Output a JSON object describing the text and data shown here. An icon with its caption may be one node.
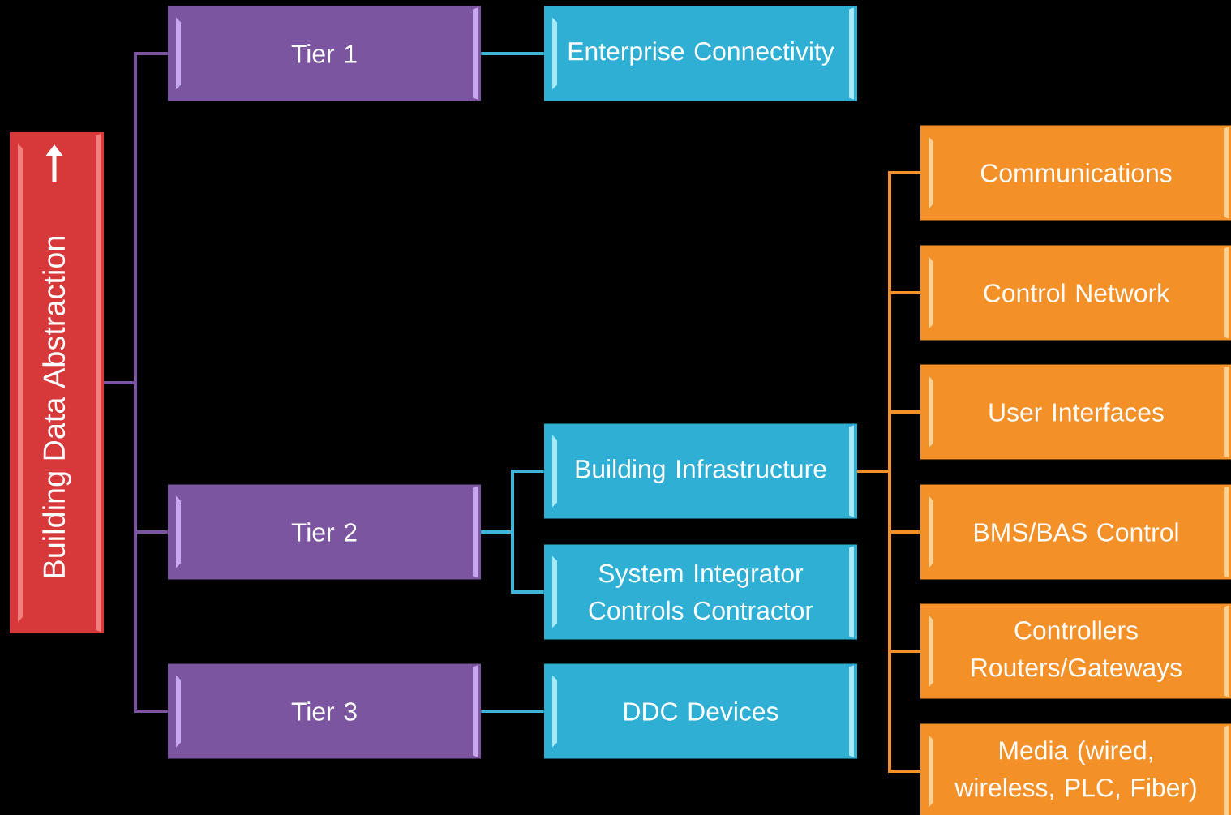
{
  "diagram": {
    "nodes": [
      {
        "text": [
          "Building Data Abstraction"
        ]
      },
      {
        "text": [
          "Tier 1"
        ]
      },
      {
        "text": [
          "Enterprise Connectivity"
        ]
      },
      {
        "text": [
          "Tier 2"
        ]
      },
      {
        "text": [
          "Building Infrastructure"
        ]
      },
      {
        "text": [
          "System Integrator Controls Contractor"
        ]
      },
      {
        "text": [
          "Tier 3"
        ]
      },
      {
        "text": [
          "DDC Devices"
        ]
      },
      {
        "text": [
          "Communications"
        ]
      },
      {
        "text": [
          "Control Network"
        ]
      },
      {
        "text": [
          "User Interfaces"
        ]
      },
      {
        "text": [
          "BMS/BAS Control"
        ]
      },
      {
        "text": [
          "Controllers Routers/Gateways"
        ]
      },
      {
        "text": [
          "Media (wired, wireless, PLC, Fiber)"
        ]
      }
    ],
    "edges": [
      {
        "from": 0,
        "to": 1,
        "arrow": "none",
        "color": "#7b559f"
      },
      {
        "from": 0,
        "to": 3,
        "arrow": "none",
        "color": "#7b559f"
      },
      {
        "from": 0,
        "to": 6,
        "arrow": "none",
        "color": "#7b559f"
      },
      {
        "from": 1,
        "to": 2,
        "arrow": "none",
        "color": "#3db4d8"
      },
      {
        "from": 3,
        "to": 4,
        "arrow": "none",
        "color": "#3db4d8"
      },
      {
        "from": 3,
        "to": 5,
        "arrow": "none",
        "color": "#3db4d8"
      },
      {
        "from": 6,
        "to": 7,
        "arrow": "none",
        "color": "#3db4d8"
      },
      {
        "from": 4,
        "to": 8,
        "arrow": "none"
      },
      {
        "from": 4,
        "to": 9,
        "arrow": "none"
      },
      {
        "from": 4,
        "to": 10,
        "arrow": "none"
      },
      {
        "from": 4,
        "to": 11,
        "arrow": "none"
      },
      {
        "from": 4,
        "to": 12,
        "arrow": "none"
      },
      {
        "from": 4,
        "to": 13,
        "arrow": "none"
      }
    ]
  }
}
